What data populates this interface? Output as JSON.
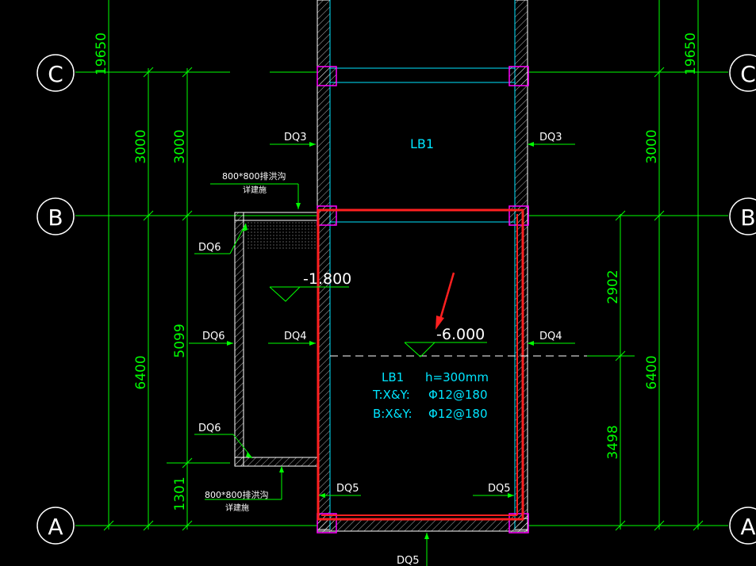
{
  "grid_axes": {
    "c": "C",
    "b": "B",
    "a": "A"
  },
  "dimensions": {
    "total_left": "19650",
    "total_right": "19650",
    "cb_outer_left": "3000",
    "cb_inner_left": "3000",
    "cb_right": "3000",
    "ba_outer_left": "6400",
    "ba_right": "6400",
    "seg_5099": "5099",
    "seg_1301": "1301",
    "seg_2902": "2902",
    "seg_3498": "3498"
  },
  "wall_labels": {
    "dq3_left": "DQ3",
    "dq3_right": "DQ3",
    "dq6_top": "DQ6",
    "dq6_mid": "DQ6",
    "dq6_bottom": "DQ6",
    "dq4_left": "DQ4",
    "dq4_right": "DQ4",
    "dq5_left": "DQ5",
    "dq5_right": "DQ5",
    "dq5_bottom": "DQ5"
  },
  "notes": {
    "trench_top_line1": "800*800排洪沟",
    "trench_top_line2": "详建施",
    "trench_bottom_line1": "800*800排洪沟",
    "trench_bottom_line2": "详建施"
  },
  "elevations": {
    "upper": "-1.800",
    "lower": "-6.000"
  },
  "slab": {
    "upper_label": "LB1",
    "lower_label": "LB1",
    "thickness": "h=300mm",
    "top_label": "T:X&Y:",
    "top_rebar": "Φ12@180",
    "bottom_label": "B:X&Y:",
    "bottom_rebar": "Φ12@180"
  },
  "colors": {
    "grid_line": "#00ff00",
    "wall": "#ffffff",
    "dimension": "#00ff00",
    "slab_text": "#00e5ff",
    "column": "#ff00ff",
    "highlight": "#ff2020"
  }
}
